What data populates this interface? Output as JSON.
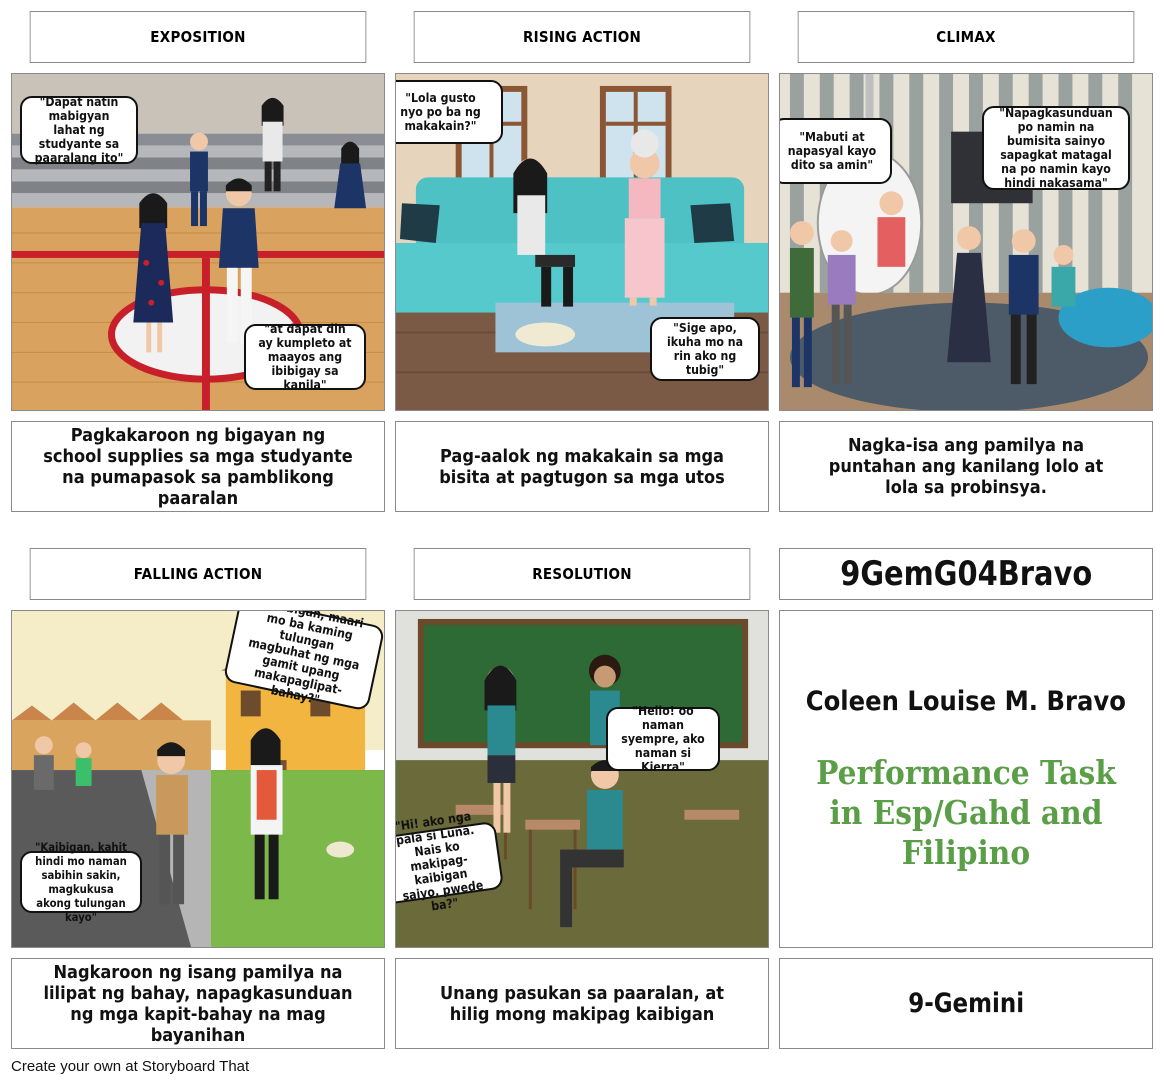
{
  "panels": [
    {
      "title": "EXPOSITION",
      "caption": "Pagkakaroon ng bigayan ng school supplies sa mga studyante na pumapasok sa pamblikong paaralan",
      "bubbles": [
        "\"Dapat natin mabigyan lahat ng studyante sa paaralang ito\"",
        "\"at dapat din ay kumpleto at maayos ang ibibigay sa kanila\""
      ]
    },
    {
      "title": "RISING ACTION",
      "caption": "Pag-aalok ng makakain sa mga bisita at pagtugon sa mga utos",
      "bubbles": [
        "\"Lola gusto nyo po ba ng makakain?\"",
        "\"Sige apo, ikuha mo na rin ako ng tubig\""
      ]
    },
    {
      "title": "CLIMAX",
      "caption": "Nagka-isa ang pamilya na puntahan ang kanilang lolo at lola sa probinsya.",
      "bubbles": [
        "\"Mabuti at napasyal kayo dito sa amin\"",
        "\"Napagkasunduan po namin na bumisita sainyo sapagkat matagal na po namin kayo hindi nakasama\""
      ]
    },
    {
      "title": "FALLING ACTION",
      "caption": "Nagkaroon ng isang pamilya na lilipat ng bahay, napagkasunduan ng mga kapit-bahay na mag bayanihan",
      "bubbles": [
        "\"Kaibigan, maari mo ba kaming tulungan magbuhat ng mga gamit upang makapaglipat-bahay?\"",
        "\"Kaibigan, kahit hindi mo naman sabihin sakin, magkukusa akong tulungan kayo\""
      ]
    },
    {
      "title": "RESOLUTION",
      "caption": "Unang pasukan sa paaralan, at hilig mong makipag kaibigan",
      "bubbles": [
        "\"Hello! oo naman syempre, ako naman si Kierra\"",
        "\"Hi! ako nga pala si Luna. Nais ko makipag-kaibigan saiyo, pwede ba?\""
      ]
    }
  ],
  "info": {
    "title": "9GemG04Bravo",
    "name": "Coleen Louise M. Bravo",
    "task": "Performance Task in Esp/Gahd and Filipino",
    "section": "9-Gemini"
  },
  "footer": "Create your own at Storyboard That",
  "colors": {
    "border": "#8a8a8a",
    "task_green": "#5a9e47"
  }
}
